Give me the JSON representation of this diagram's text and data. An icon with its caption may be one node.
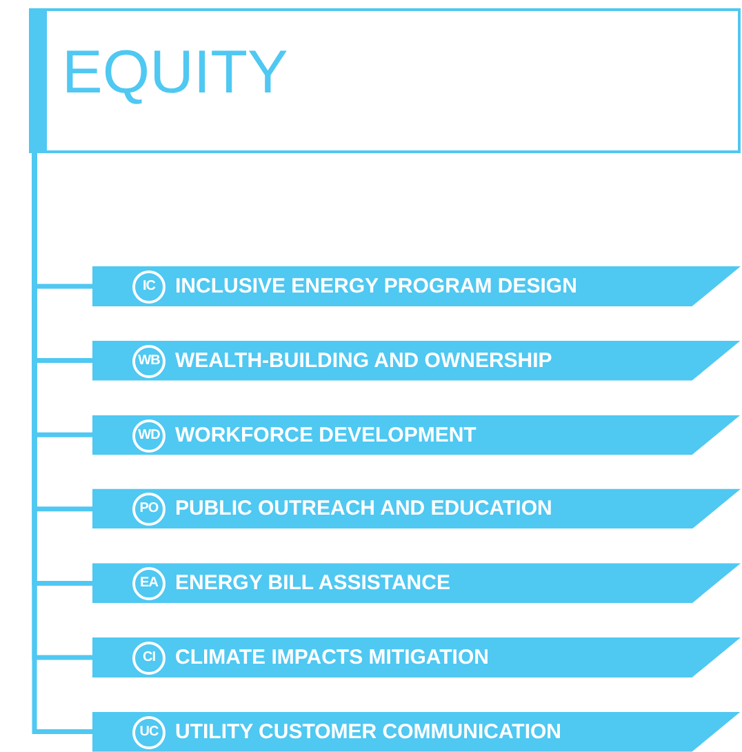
{
  "diagram": {
    "nodes": [
      {
        "text": [
          "EQUITY"
        ]
      },
      {
        "text": [
          "IC",
          "INCLUSIVE ENERGY PROGRAM DESIGN"
        ]
      },
      {
        "text": [
          "WB",
          "WEALTH-BUILDING AND OWNERSHIP"
        ]
      },
      {
        "text": [
          "WD",
          "WORKFORCE DEVELOPMENT"
        ]
      },
      {
        "text": [
          "PO",
          "PUBLIC OUTREACH AND EDUCATION"
        ]
      },
      {
        "text": [
          "EA",
          "ENERGY BILL ASSISTANCE"
        ]
      },
      {
        "text": [
          "CI",
          "CLIMATE IMPACTS MITIGATION"
        ]
      },
      {
        "text": [
          "UC",
          "UTILITY CUSTOMER COMMUNICATION"
        ]
      }
    ],
    "edges": [
      {
        "from": 0,
        "to": 1,
        "arrow": "none"
      },
      {
        "from": 0,
        "to": 2,
        "arrow": "none"
      },
      {
        "from": 0,
        "to": 3,
        "arrow": "none"
      },
      {
        "from": 0,
        "to": 4,
        "arrow": "none"
      },
      {
        "from": 0,
        "to": 5,
        "arrow": "none"
      },
      {
        "from": 0,
        "to": 6,
        "arrow": "none"
      },
      {
        "from": 0,
        "to": 7,
        "arrow": "none"
      }
    ]
  }
}
